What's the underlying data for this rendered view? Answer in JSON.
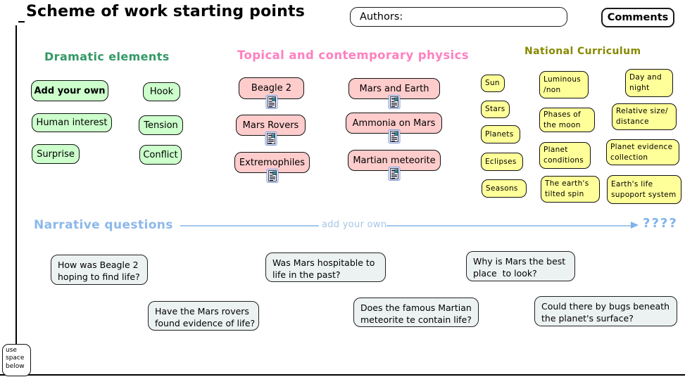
{
  "header": {
    "title": "Scheme of work starting points",
    "authors": {
      "label": "Authors:",
      "value": ""
    },
    "comments_button": "Comments"
  },
  "colors": {
    "dramatic_header": "#339966",
    "dramatic_fill": "#ccffcc",
    "topical_header": "#ff80c0",
    "topical_fill": "#ffcccc",
    "curriculum_header": "#888800",
    "curriculum_fill": "#ffff99",
    "narrative_header": "#8cb8ea",
    "narrative_arrow": "#7fb2ed",
    "question_fill": "#ecf1f2"
  },
  "dramatic": {
    "title": "Dramatic elements",
    "items": [
      "Add your own",
      "Hook",
      "Human interest",
      "Tension",
      "Surprise",
      "Conflict"
    ]
  },
  "topical": {
    "title": "Topical and contemporary physics",
    "attachment_icon": "notes-page-icon",
    "items": [
      "Beagle 2",
      "Mars and Earth",
      "Mars Rovers",
      "Ammonia on Mars",
      "Extremophiles",
      "Martian meteorite"
    ]
  },
  "curriculum": {
    "title": "National Curriculum",
    "items": [
      "Sun",
      "Stars",
      "Planets",
      "Eclipses",
      "Seasons",
      "Luminous\n/non",
      "Phases of\nthe moon",
      "Planet\nconditions",
      "The earth's\ntilted spin",
      "Day and\nnight",
      "Relative size/\ndistance",
      "Planet evidence\ncollection",
      "Earth's life\nsupoport system"
    ]
  },
  "narrative": {
    "title": "Narrative questions",
    "add_your_own": "add your own",
    "end_marker": "????",
    "questions": [
      "How was Beagle 2\nhoping to find life?",
      "Was Mars hospitable to\nlife in the past?",
      "Why is Mars the best\nplace  to look?",
      "Have the Mars rovers\nfound evidence of life?",
      "Does the famous Martian\nmeteorite te contain life?",
      "Could there by bugs beneath\nthe planet's surface?"
    ]
  },
  "footer_note": "use\nspace\nbelow"
}
